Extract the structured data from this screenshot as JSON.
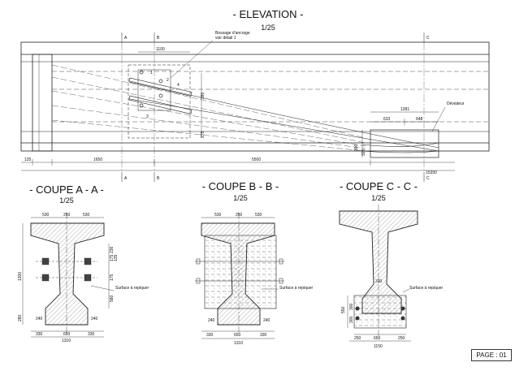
{
  "elevation": {
    "title": "- ELEVATION -",
    "scale": "1/25",
    "section_marks": [
      "A",
      "B",
      "C"
    ],
    "note_anchor": "Bossage d'ancrage",
    "note_detail": "voir détail 1",
    "note_deviator": "Déviateur",
    "dims_top": [
      "1100"
    ],
    "dims_right": [
      "1281",
      "633",
      "648"
    ],
    "dims_vertical": [
      "280",
      "275",
      "300",
      "325"
    ],
    "dims_bottom": [
      "125",
      "1650",
      "5500",
      "15350"
    ],
    "marker_numbers": [
      "1",
      "2",
      "3",
      "4"
    ]
  },
  "coupe_a": {
    "title": "- COUPE A - A -",
    "scale": "1/25",
    "dims_top": [
      "530",
      "250",
      "530"
    ],
    "dims_bottom": [
      "330",
      "650",
      "330"
    ],
    "dims_inner": [
      "240",
      "240"
    ],
    "total": "1310",
    "left_dims": [
      "1300",
      "280"
    ],
    "right_dims": [
      "236",
      "175",
      "135",
      "175",
      "580"
    ],
    "note": "Surface à repiquer"
  },
  "coupe_b": {
    "title": "- COUPE B - B -",
    "scale": "1/25",
    "dims_top": [
      "530",
      "250",
      "530"
    ],
    "dims_bottom": [
      "330",
      "650",
      "330"
    ],
    "dims_inner": [
      "240",
      "240"
    ],
    "total": "1310",
    "note": "Surface à repiquer"
  },
  "coupe_c": {
    "title": "- COUPE C - C -",
    "scale": "1/25",
    "dims_bottom": [
      "250",
      "650",
      "250"
    ],
    "total": "1150",
    "inner_dim": "330",
    "left_dims": [
      "550",
      "300",
      "300"
    ],
    "note": "Surface à repiquer"
  },
  "page_label": "PAGE : 01"
}
